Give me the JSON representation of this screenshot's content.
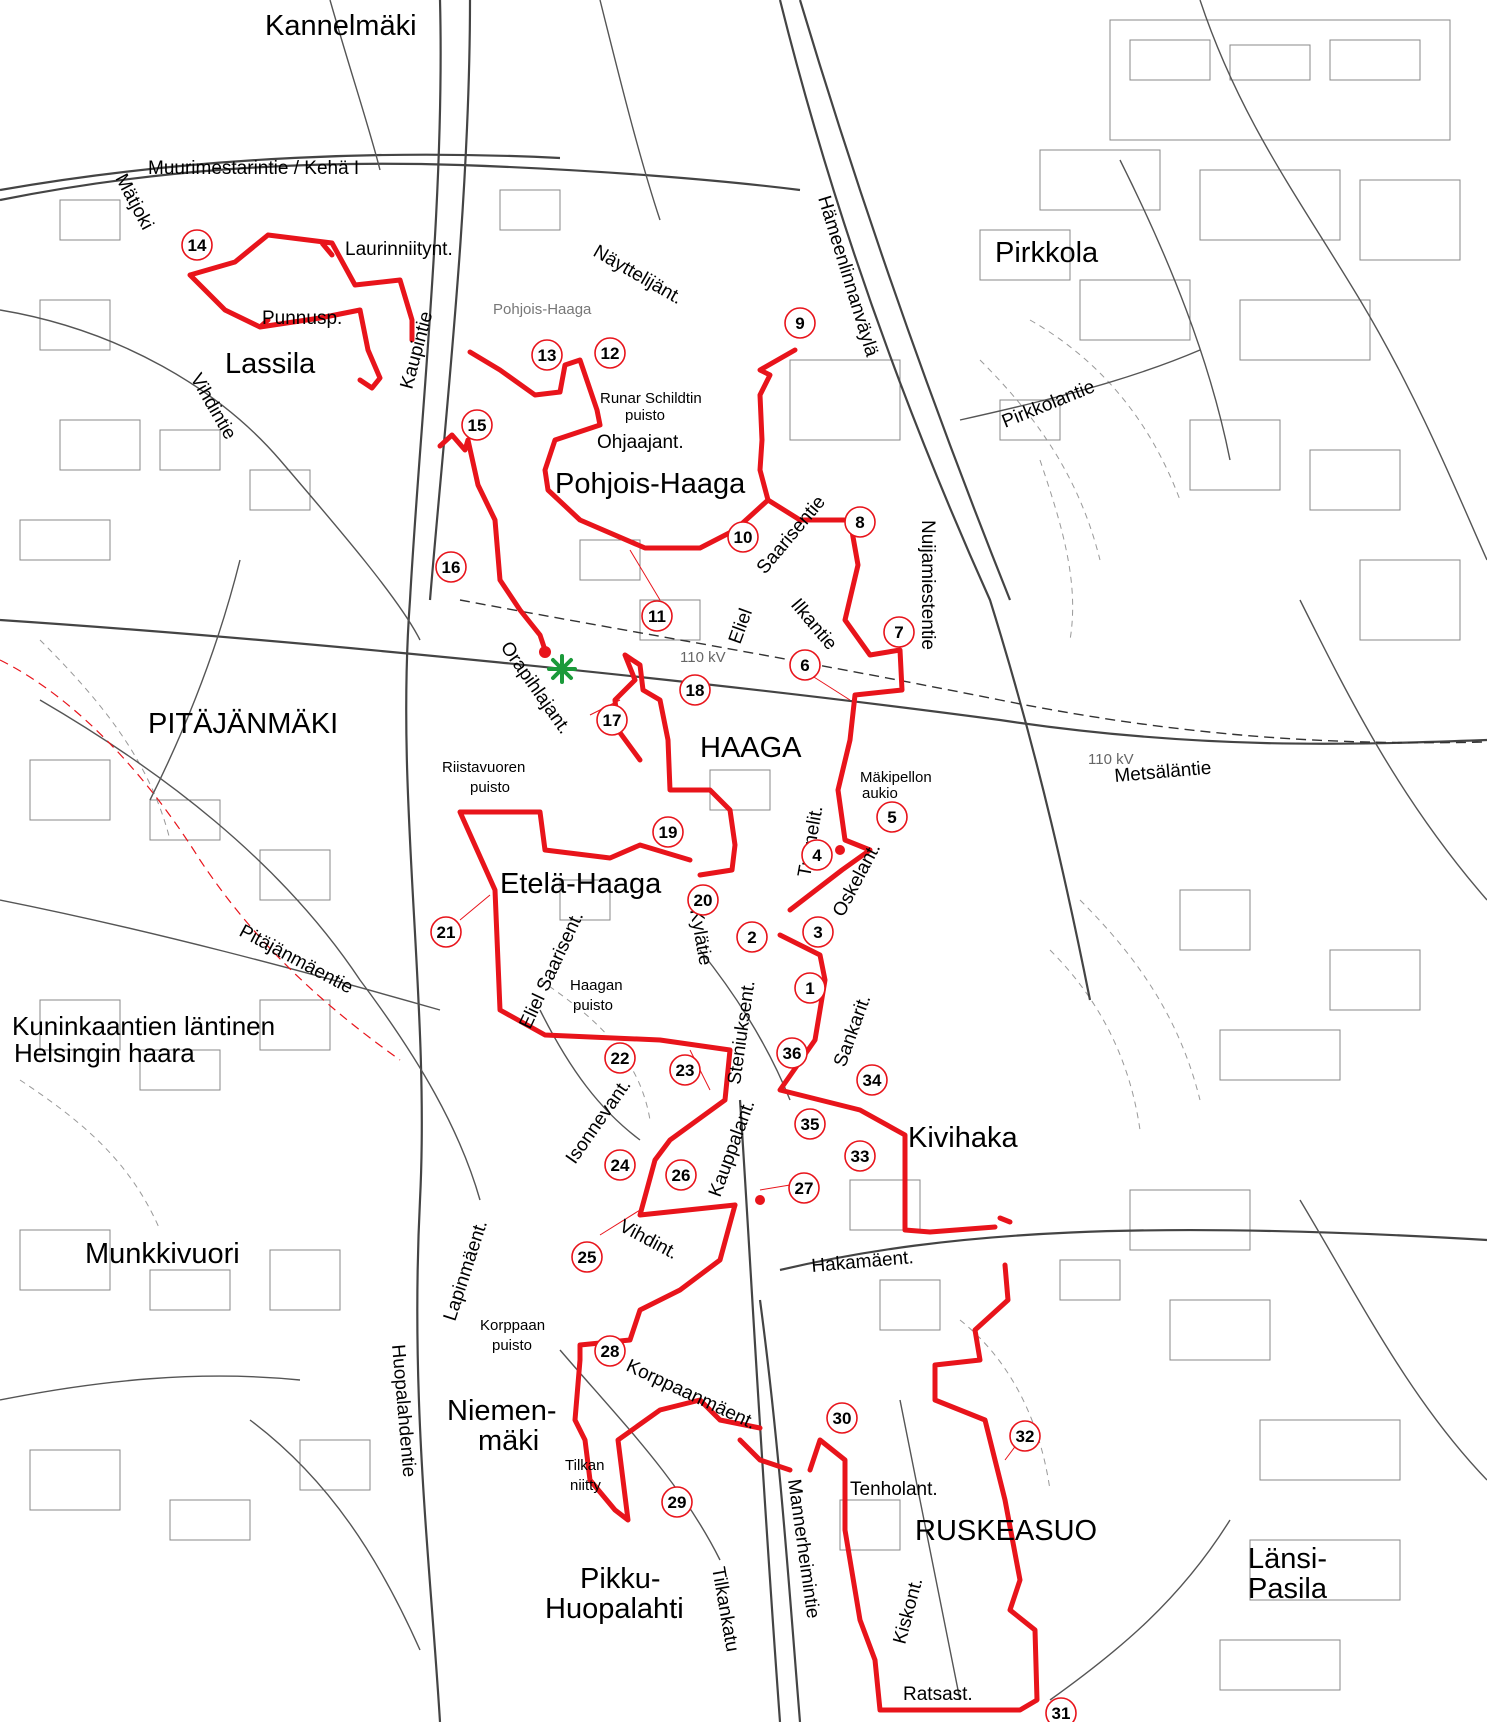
{
  "colors": {
    "route": "#e8141b",
    "road": "#555555",
    "building": "#888888",
    "background": "#ffffff",
    "star": "#1b9a3a"
  },
  "areas": [
    {
      "id": "kannelmaki",
      "text": "Kannelmäki",
      "size": "lg"
    },
    {
      "id": "pirkkola",
      "text": "Pirkkola",
      "size": "lg"
    },
    {
      "id": "lassila",
      "text": "Lassila",
      "size": "lg"
    },
    {
      "id": "pohjois-haaga",
      "text": "Pohjois-Haaga",
      "size": "lg"
    },
    {
      "id": "pitajanmaki",
      "text": "PITÄJÄNMÄKI",
      "size": "lg"
    },
    {
      "id": "haaga",
      "text": "HAAGA",
      "size": "lg"
    },
    {
      "id": "etela-haaga",
      "text": "Etelä-Haaga",
      "size": "lg"
    },
    {
      "id": "kuninkaantie-1",
      "text": "Kuninkaantien läntinen",
      "size": "md"
    },
    {
      "id": "kuninkaantie-2",
      "text": "Helsingin haara",
      "size": "md"
    },
    {
      "id": "kivihaka",
      "text": "Kivihaka",
      "size": "lg"
    },
    {
      "id": "munkkivuori",
      "text": "Munkkivuori",
      "size": "lg"
    },
    {
      "id": "niemenmaki-1",
      "text": "Niemen-",
      "size": "lg"
    },
    {
      "id": "niemenmaki-2",
      "text": "mäki",
      "size": "lg"
    },
    {
      "id": "ruskeasuo",
      "text": "RUSKEASUO",
      "size": "lg"
    },
    {
      "id": "pikku-1",
      "text": "Pikku-",
      "size": "lg"
    },
    {
      "id": "pikku-2",
      "text": "Huopalahti",
      "size": "lg"
    },
    {
      "id": "lansi-1",
      "text": "Länsi-",
      "size": "lg"
    },
    {
      "id": "lansi-2",
      "text": "Pasila",
      "size": "lg"
    }
  ],
  "streets": [
    {
      "id": "muurimestarintie",
      "text": "Muurimestarintie / Kehä I"
    },
    {
      "id": "mattjoki",
      "text": "Mätjoki"
    },
    {
      "id": "laurinniitynt",
      "text": "Laurinniitynt."
    },
    {
      "id": "punnusp",
      "text": "Punnusp."
    },
    {
      "id": "kaupintie",
      "text": "Kaupintie"
    },
    {
      "id": "pohjois-haaga-st",
      "text": "Pohjois-Haaga"
    },
    {
      "id": "nayttelijant",
      "text": "Näyttelijänt."
    },
    {
      "id": "hameenlinnanvayla",
      "text": "Hämeenlinnanväylä"
    },
    {
      "id": "pirkkolantie",
      "text": "Pirkkolantie"
    },
    {
      "id": "vihdintie",
      "text": "Vihdintie"
    },
    {
      "id": "runar-1",
      "text": "Runar Schildtin"
    },
    {
      "id": "runar-2",
      "text": "puisto"
    },
    {
      "id": "ohjaajant",
      "text": "Ohjaajant."
    },
    {
      "id": "saarisentie",
      "text": "Saarisentie"
    },
    {
      "id": "nuijamiestentie",
      "text": "Nuijamiestentie"
    },
    {
      "id": "eliel",
      "text": "Eliel"
    },
    {
      "id": "ilkantie",
      "text": "Ilkantie"
    },
    {
      "id": "orapihlajant",
      "text": "Orapihlajant."
    },
    {
      "id": "kv110a",
      "text": "110 kV"
    },
    {
      "id": "kv110b",
      "text": "110 kV"
    },
    {
      "id": "riista-1",
      "text": "Riistavuoren"
    },
    {
      "id": "riista-2",
      "text": "puisto"
    },
    {
      "id": "makipellon-1",
      "text": "Mäkipellon"
    },
    {
      "id": "makipellon-2",
      "text": "aukio"
    },
    {
      "id": "metsalantie",
      "text": "Metsäläntie"
    },
    {
      "id": "tunnelit",
      "text": "Tunnelit."
    },
    {
      "id": "oskelant",
      "text": "Oskelant."
    },
    {
      "id": "pitajanmaentie",
      "text": "Pitäjänmäentie"
    },
    {
      "id": "kylatie",
      "text": "Kylätie"
    },
    {
      "id": "eliel-saarisent",
      "text": "Eliel Saarisent."
    },
    {
      "id": "haagan-1",
      "text": "Haagan"
    },
    {
      "id": "haagan-2",
      "text": "puisto"
    },
    {
      "id": "steniuksent",
      "text": "Steniuksent."
    },
    {
      "id": "sankarit",
      "text": "Sankarit."
    },
    {
      "id": "isonnevant",
      "text": "Isonnevant."
    },
    {
      "id": "kauppalant",
      "text": "Kauppalant."
    },
    {
      "id": "vihdint",
      "text": "Vihdint."
    },
    {
      "id": "hakamaent",
      "text": "Hakamäent."
    },
    {
      "id": "lapinmaent",
      "text": "Lapinmäent."
    },
    {
      "id": "korppaan-p1",
      "text": "Korppaan"
    },
    {
      "id": "korppaan-p2",
      "text": "puisto"
    },
    {
      "id": "korppaanmaent",
      "text": "Korppaanmäent."
    },
    {
      "id": "huopalahdentie",
      "text": "Huopalahdentie"
    },
    {
      "id": "tilkan-1",
      "text": "Tilkan"
    },
    {
      "id": "tilkan-2",
      "text": "niitty"
    },
    {
      "id": "mannerheimintie",
      "text": "Mannerheimintie"
    },
    {
      "id": "tenholant",
      "text": "Tenholant."
    },
    {
      "id": "kiskont",
      "text": "Kiskont."
    },
    {
      "id": "tilkankatu",
      "text": "Tilkankatu"
    },
    {
      "id": "ratsast",
      "text": "Ratsast."
    }
  ],
  "markers": [
    "1",
    "2",
    "3",
    "4",
    "5",
    "6",
    "7",
    "8",
    "9",
    "10",
    "11",
    "12",
    "13",
    "14",
    "15",
    "16",
    "17",
    "18",
    "19",
    "20",
    "21",
    "22",
    "23",
    "24",
    "25",
    "26",
    "27",
    "28",
    "29",
    "30",
    "31",
    "32",
    "33",
    "34",
    "35",
    "36"
  ]
}
